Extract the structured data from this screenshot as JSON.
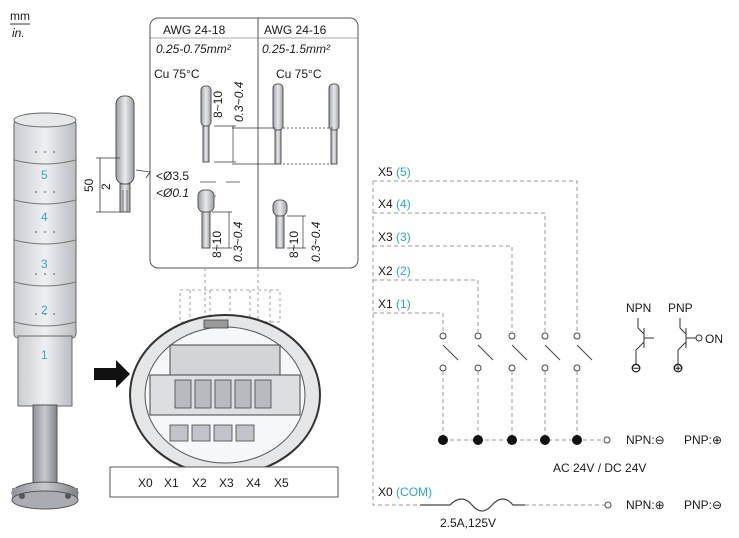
{
  "units": {
    "primary": "mm",
    "secondary": "in."
  },
  "wire_table": {
    "col1": {
      "awg": "AWG 24-18",
      "section": "0.25-0.75mm²"
    },
    "col2": {
      "awg": "AWG 24-16",
      "section": "0.25-1.5mm²"
    },
    "copper_label_1": "Cu 75°C",
    "copper_label_2": "Cu 75°C",
    "dims": {
      "strip_1": "8~10",
      "strip_1_in": "0.3~0.4",
      "strip_2": "8~10",
      "strip_2_in": "0.3~0.4",
      "diam_1": "<Ø3.5",
      "diam_1_in": "<Ø0.1"
    }
  },
  "probe_dims": {
    "length": "50",
    "length_in": "2"
  },
  "tower_levels": [
    "5",
    "4",
    "3",
    "2",
    "1"
  ],
  "terminals": [
    "X0",
    "X1",
    "X2",
    "X3",
    "X4",
    "X5"
  ],
  "channels": [
    {
      "name": "X5",
      "num": "(5)"
    },
    {
      "name": "X4",
      "num": "(4)"
    },
    {
      "name": "X3",
      "num": "(3)"
    },
    {
      "name": "X2",
      "num": "(2)"
    },
    {
      "name": "X1",
      "num": "(1)"
    }
  ],
  "common": {
    "name": "X0",
    "note": "(COM)"
  },
  "transistors": {
    "npn": "NPN",
    "pnp": "PNP",
    "on": "ON",
    "minus": "⊖",
    "plus": "⊕"
  },
  "supply_row": {
    "npn": "NPN:⊖",
    "pnp": "PNP:⊕"
  },
  "com_row": {
    "npn": "NPN:⊕",
    "pnp": "PNP:⊖"
  },
  "supply_label": "AC 24V / DC 24V",
  "fuse_label": "2.5A,125V"
}
